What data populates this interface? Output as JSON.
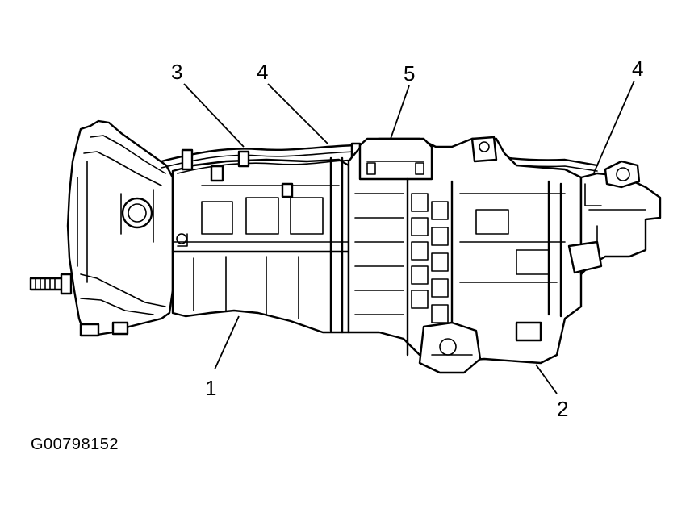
{
  "figure_id": "G00798152",
  "callouts": [
    {
      "id": "c3",
      "text": "3"
    },
    {
      "id": "c4a",
      "text": "4"
    },
    {
      "id": "c5",
      "text": "5"
    },
    {
      "id": "c4b",
      "text": "4"
    },
    {
      "id": "c1",
      "text": "1"
    },
    {
      "id": "c2",
      "text": "2"
    }
  ]
}
